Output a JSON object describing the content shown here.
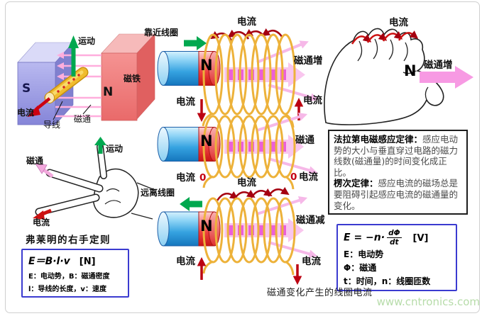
{
  "bar_magnet_scene": {
    "motion": "运动",
    "magnet": "磁铁",
    "south": "S",
    "north": "N",
    "current": "电流",
    "wire": "导线",
    "flux": "磁通"
  },
  "fleming_scene": {
    "flux": "磁通",
    "motion": "运动",
    "current": "电流",
    "caption": "弗莱明的右手定则"
  },
  "emf_formula_box": {
    "equation": "E＝B·l·v",
    "unit": "[N]",
    "line2": "E：电动势，B：磁通密度",
    "line3": "l：导线的长度，v：速度"
  },
  "coil_rows": [
    {
      "label": "靠近线圈",
      "top_current": "电流",
      "flux": "磁通增",
      "left_current": "电流",
      "right_current": "电流",
      "pole": "N"
    },
    {
      "flux": "磁通",
      "left_current": "电流",
      "left_value": "0",
      "right_value": "0",
      "right_current": "电流",
      "pole": "N"
    },
    {
      "label": "远离线圈",
      "top_current": "电流",
      "flux": "磁通减",
      "left_current": "电流",
      "right_current": "电流",
      "pole": "N"
    }
  ],
  "right_hand_scene": {
    "current": "电流",
    "pole": "N",
    "flux": "磁通增"
  },
  "laws_box": {
    "law1_title": "法拉第电磁感应定律：",
    "law1_body": "感应电动势的大小与垂直穿过电路的磁力线数(磁通量)的时间变化成正比。",
    "law2_title": "楞次定律：",
    "law2_body": "感应电流的磁场总是要阻碍引起感应电流的磁通量的变化。"
  },
  "induction_formula_box": {
    "lhs": "E = −n·",
    "numerator": "dΦ",
    "denominator": "dt",
    "unit": "[V]",
    "line2": "E：电动势",
    "line3": "Φ：磁通",
    "line4": "t：时间，n：线圈匝数"
  },
  "bottom_caption": "磁通变化产生的线圈电流",
  "watermark": "www.cntronics.com"
}
